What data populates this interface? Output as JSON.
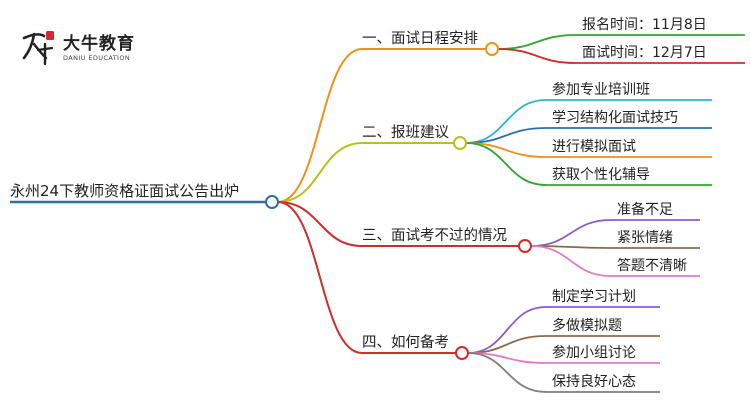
{
  "logo": {
    "name": "大牛教育",
    "subtitle": "DANIU EDUCATION",
    "seal_text": "大牛"
  },
  "mindmap": {
    "root": "永州24下教师资格证面试公告出炉",
    "root_color": "#2a6db0",
    "branches": [
      {
        "label": "一、面试日程安排",
        "color": "#f39019",
        "children": [
          {
            "label": "报名时间：11月8日",
            "color": "#2fa82f"
          },
          {
            "label": "面试时间：12月7日",
            "color": "#d12b2b"
          }
        ]
      },
      {
        "label": "二、报班建议",
        "color": "#b5c21b",
        "children": [
          {
            "label": "参加专业培训班",
            "color": "#27b6d0"
          },
          {
            "label": "学习结构化面试技巧",
            "color": "#2a6db0"
          },
          {
            "label": "进行模拟面试",
            "color": "#f39019"
          },
          {
            "label": "获取个性化辅导",
            "color": "#2fa82f"
          }
        ]
      },
      {
        "label": "三、面试考不过的情况",
        "color": "#d12b2b",
        "children": [
          {
            "label": "准备不足",
            "color": "#8b5ccf"
          },
          {
            "label": "紧张情绪",
            "color": "#8b6a4a"
          },
          {
            "label": "答题不清晰",
            "color": "#e57ac9"
          }
        ]
      },
      {
        "label": "四、如何备考",
        "color": "#d12b2b",
        "children": [
          {
            "label": "制定学习计划",
            "color": "#8b5ccf"
          },
          {
            "label": "多做模拟题",
            "color": "#8b6a4a"
          },
          {
            "label": "参加小组讨论",
            "color": "#e57ac9"
          },
          {
            "label": "保持良好心态",
            "color": "#7d7d7d"
          }
        ]
      }
    ]
  }
}
